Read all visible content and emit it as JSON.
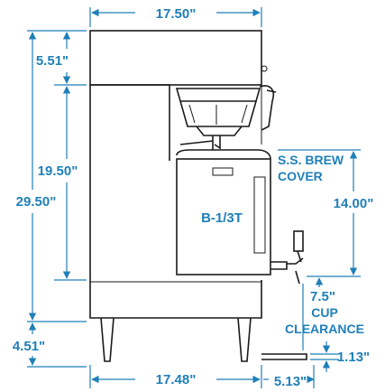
{
  "dimensions": {
    "top_width": "17.50\"",
    "upper_height": "5.51\"",
    "mid_height": "19.50\"",
    "total_height": "29.50\"",
    "leg_height": "4.51\"",
    "base_width": "17.48\"",
    "tray_depth": "5.13\"",
    "tray_height": "1.13\"",
    "server_height": "14.00\"",
    "cup_clearance": "7.5\""
  },
  "labels": {
    "brew_cover_line1": "S.S. BREW",
    "brew_cover_line2": "COVER",
    "server_model": "B-1/3T",
    "cup_clearance_line1": "CUP",
    "cup_clearance_line2": "CLEARANCE"
  },
  "colors": {
    "dimension_blue": "#1f7fb8",
    "ink": "#1a1a1a"
  }
}
